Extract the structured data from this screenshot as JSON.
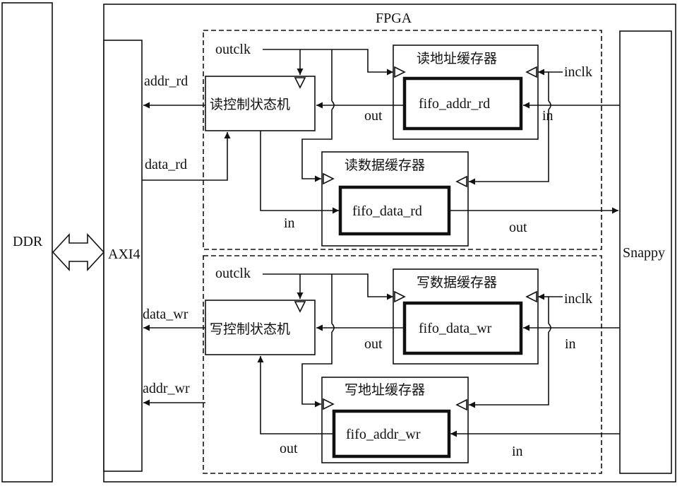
{
  "labels": {
    "ddr": "DDR",
    "fpga": "FPGA",
    "axi": "AXI4",
    "snappy": "Snappy"
  },
  "read_section": {
    "outclk": "outclk",
    "inclk": "inclk",
    "controller": "读控制状态机",
    "addr_buffer": "读地址缓存器",
    "addr_fifo": "fifo_addr_rd",
    "data_buffer": "读数据缓存器",
    "data_fifo": "fifo_data_rd",
    "addr_signal": "addr_rd",
    "data_signal": "data_rd",
    "addr_out": "out",
    "addr_in": "in",
    "data_in": "in",
    "data_out": "out"
  },
  "write_section": {
    "outclk": "outclk",
    "inclk": "inclk",
    "controller": "写控制状态机",
    "data_buffer": "写数据缓存器",
    "data_fifo": "fifo_data_wr",
    "addr_buffer": "写地址缓存器",
    "addr_fifo": "fifo_addr_wr",
    "data_signal": "data_wr",
    "addr_signal": "addr_wr",
    "data_out": "out",
    "data_in": "in",
    "addr_out": "out",
    "addr_in": "in"
  }
}
